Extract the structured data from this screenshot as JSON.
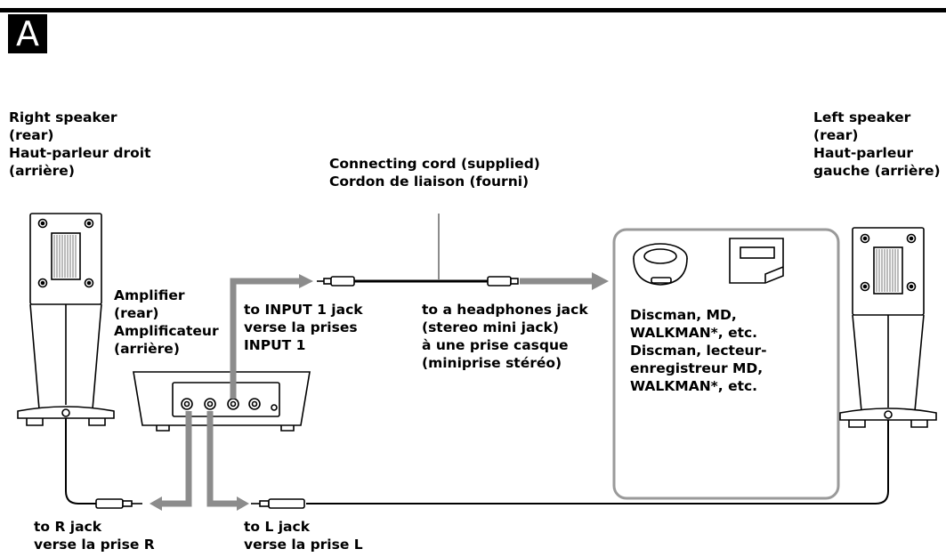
{
  "figure": {
    "letter": "A"
  },
  "labels": {
    "right_speaker": [
      "Right speaker",
      "(rear)",
      "Haut-parleur droit",
      "(arrière)"
    ],
    "left_speaker": [
      "Left speaker",
      "(rear)",
      "Haut-parleur",
      "gauche (arrière)"
    ],
    "connecting_cord": [
      "Connecting cord (supplied)",
      "Cordon de liaison (fourni)"
    ],
    "amplifier": [
      "Amplifier",
      "(rear)",
      "Amplificateur",
      "(arrière)"
    ],
    "input_jack": [
      "to INPUT 1 jack",
      "verse la prises",
      "INPUT 1"
    ],
    "headphones_jack": [
      "to a headphones jack",
      "(stereo mini jack)",
      "à une prise casque",
      "(miniprise stéréo)"
    ],
    "devices": [
      "Discman, MD,",
      "WALKMAN*, etc.",
      "Discman, lecteur-",
      "enregistreur MD,",
      "WALKMAN*, etc."
    ],
    "r_jack": [
      "to R jack",
      "verse la prise R"
    ],
    "l_jack": [
      "to L jack",
      "verse la prise L"
    ]
  },
  "colors": {
    "line": "#000000",
    "gray_arrow": "#8c8c8c",
    "box_border": "#9a9a9a",
    "grille": "#777777"
  }
}
